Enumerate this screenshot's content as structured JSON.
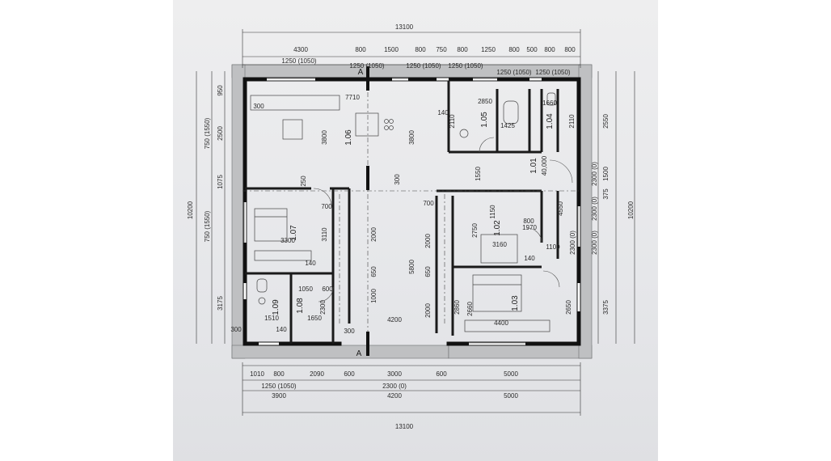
{
  "plan": {
    "top_overall": "13100",
    "bottom_overall": "13100",
    "left_overall": "10200",
    "right_overall": "10200",
    "section_mark": "A"
  },
  "top_row1": [
    "4300",
    "800",
    "1500",
    "800",
    "750",
    "800",
    "1250",
    "800",
    "500",
    "800",
    "800"
  ],
  "top_row2": [
    "1250 (1050)",
    "1250 (1050)",
    "1250 (1050)",
    "1250 (1050)",
    "1250 (1050)",
    "1250 (1050)"
  ],
  "bottom_row1": [
    "1010",
    "800",
    "2090",
    "600",
    "3000",
    "600",
    "5000"
  ],
  "bottom_row2": [
    "1250 (1050)",
    "2300 (0)"
  ],
  "bottom_row3": [
    "3900",
    "4200",
    "5000"
  ],
  "left_dims": [
    "950",
    "2500",
    "1075",
    "3175"
  ],
  "left_dims_b": [
    "750 (1550)",
    "750 (1550)"
  ],
  "right_dims": [
    "2550",
    "1500",
    "375",
    "3375"
  ],
  "right_dims_b": [
    "2300 (0)",
    "2300 (0)",
    "2300 (0)",
    "2300 (0)"
  ],
  "rooms": [
    {
      "id": "1.01",
      "area": "40,000"
    },
    {
      "id": "1.02"
    },
    {
      "id": "1.03"
    },
    {
      "id": "1.04"
    },
    {
      "id": "1.05"
    },
    {
      "id": "1.06"
    },
    {
      "id": "1.07"
    },
    {
      "id": "1.08"
    },
    {
      "id": "1.09"
    }
  ],
  "inner_dims": [
    "7710",
    "300",
    "2850",
    "1660",
    "1425",
    "3800",
    "3800",
    "300",
    "1550",
    "250",
    "700",
    "700",
    "3110",
    "2750",
    "3160",
    "1100",
    "4550",
    "4400",
    "3300",
    "2660",
    "2650",
    "1510",
    "1650",
    "1050",
    "600",
    "2300",
    "2000",
    "2000",
    "5800",
    "650",
    "650",
    "1000",
    "2000",
    "4200",
    "300",
    "140",
    "140",
    "140",
    "140",
    "300",
    "1150",
    "800",
    "1970",
    "2110",
    "2110",
    "2860"
  ]
}
